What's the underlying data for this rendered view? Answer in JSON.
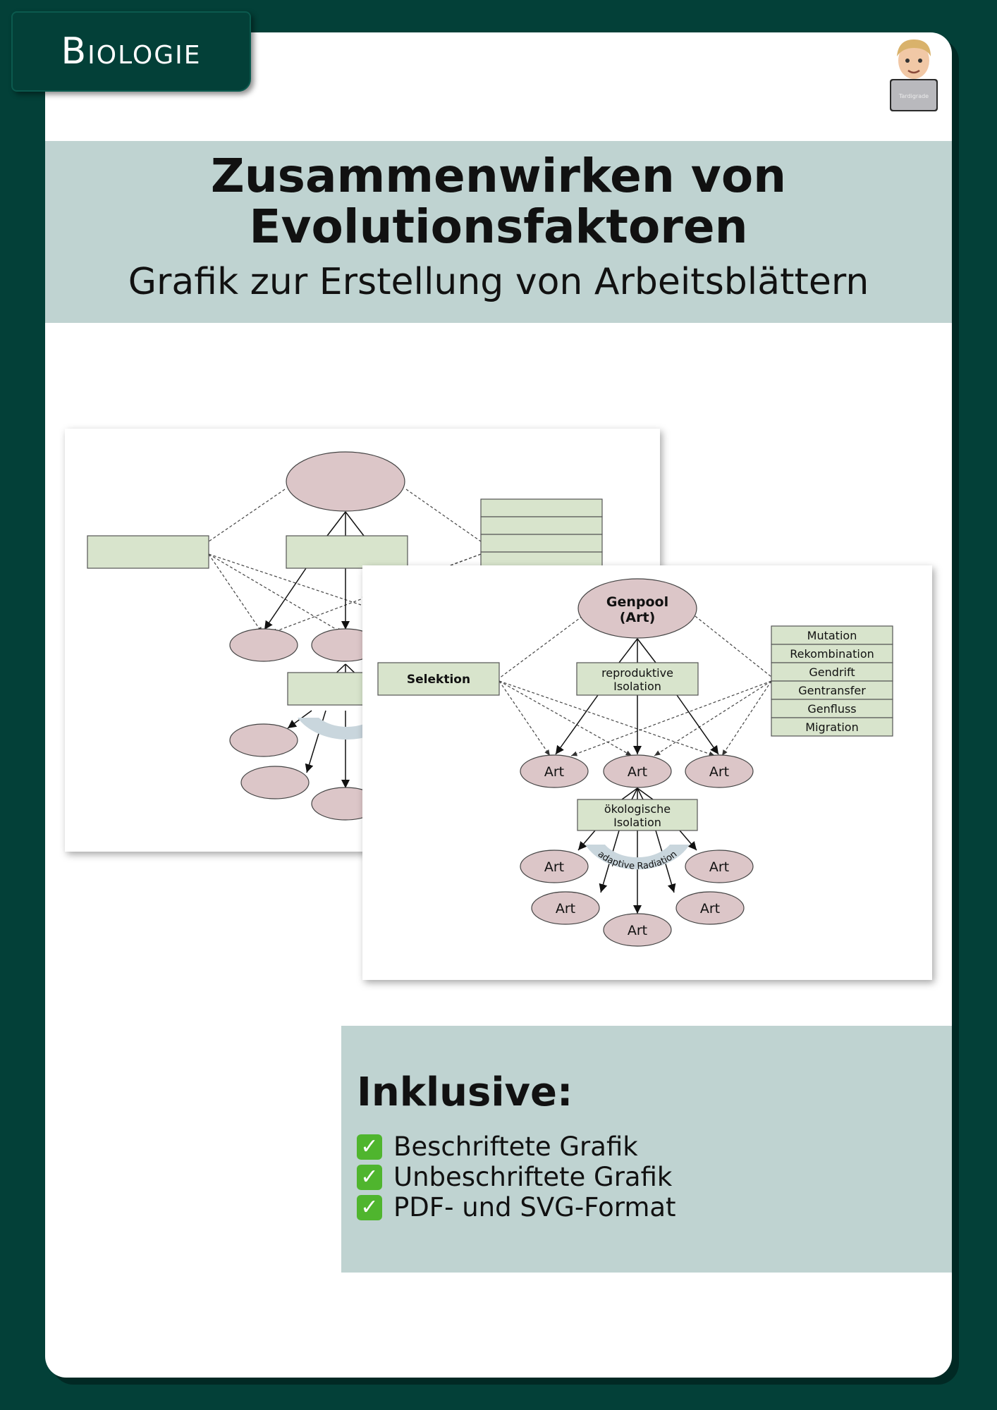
{
  "subject": "Biologie",
  "avatar_label": "Tardigrade",
  "header": {
    "title_line1": "Zusammenwirken von",
    "title_line2": "Evolutionsfaktoren",
    "subtitle": "Grafik zur Erstellung von Arbeitsblättern"
  },
  "diagram": {
    "genpool_line1": "Genpool",
    "genpool_line2": "(Art)",
    "selektion": "Selektion",
    "repro_line1": "reproduktive",
    "repro_line2": "Isolation",
    "oeko_line1": "ökologische",
    "oeko_line2": "Isolation",
    "factors": [
      "Mutation",
      "Rekombination",
      "Gendrift",
      "Gentransfer",
      "Genfluss",
      "Migration"
    ],
    "species_label": "Art",
    "radiation_label": "adaptive Radiation"
  },
  "inclusive": {
    "title": "Inklusive:",
    "items": [
      "Beschriftete Grafik",
      "Unbeschriftete Grafik",
      "PDF- und SVG-Format"
    ]
  },
  "colors": {
    "background": "#034038",
    "band": "#bfd3d1",
    "ellipse_fill": "#dcc6c8",
    "box_fill": "#d8e4cc",
    "check": "#4fb52e"
  }
}
